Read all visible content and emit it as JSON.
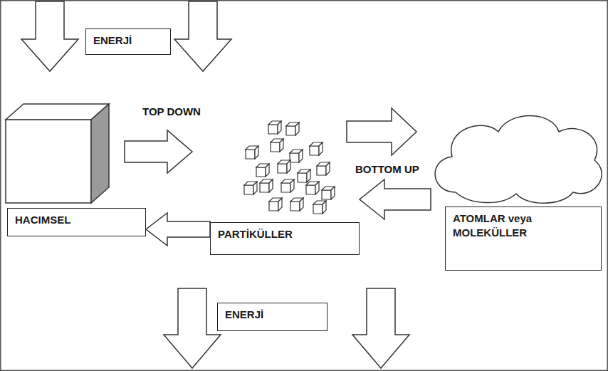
{
  "diagram": {
    "nodes": [
      {
        "text": [
          "ENERJİ"
        ]
      },
      {
        "text": [
          "HACIMSEL"
        ]
      },
      {
        "text": [
          "PARTİKÜLLER"
        ]
      },
      {
        "text": [
          "ATOMLAR veya MOLEKÜLLER"
        ]
      },
      {
        "text": [
          "ENERJİ"
        ]
      }
    ],
    "edges": [
      {
        "from": 2,
        "to": 1,
        "arrow": "to"
      }
    ],
    "labels": [
      "TOP DOWN",
      "BOTTOM UP"
    ]
  }
}
